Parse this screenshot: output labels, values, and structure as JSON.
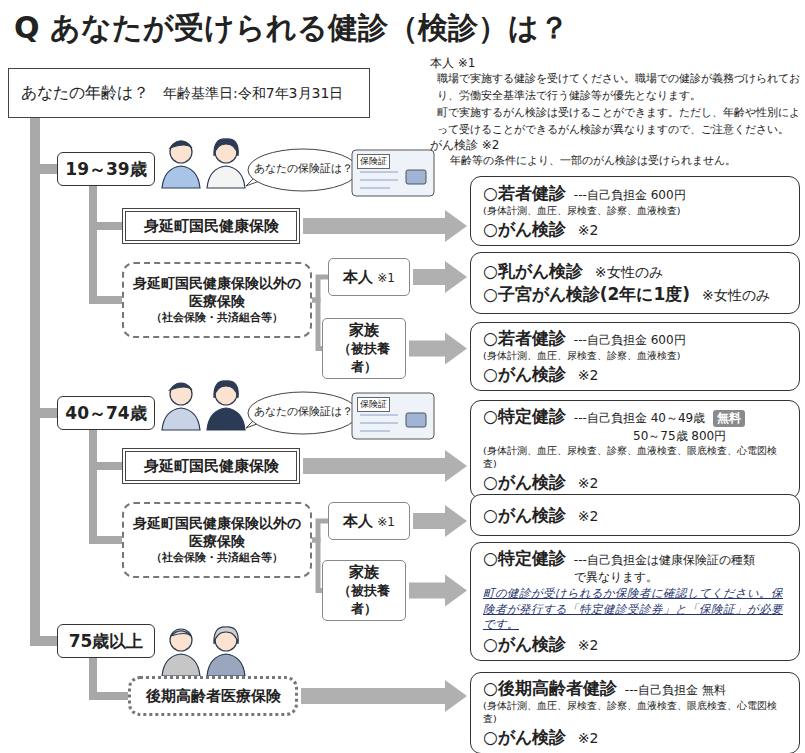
{
  "diagram": {
    "title": "Q あなたが受けられる健診（検診）は？",
    "nodes": [
      {
        "text": [
          "あなたの年齢は？",
          "年齢基準日:令和7年3月31日"
        ]
      },
      {
        "text": [
          "19～39歳"
        ]
      },
      {
        "text": [
          "身延町国民健康保険"
        ]
      },
      {
        "text": [
          "身延町国民健康保険以外の医療保険",
          "（社会保険・共済組合等）"
        ]
      },
      {
        "text": [
          "本人",
          "※1"
        ]
      },
      {
        "text": [
          "家族",
          "（被扶養者）"
        ]
      },
      {
        "text": [
          "○若者健診",
          "---自己負担金 600円",
          "(身体計測、血圧、尿検査、診察、血液検査)",
          "○がん検診",
          "※2"
        ]
      },
      {
        "text": [
          "○乳がん検診",
          "※女性のみ",
          "○子宮がん検診(2年に1度)",
          "※女性のみ"
        ]
      },
      {
        "text": [
          "○若者健診",
          "---自己負担金 600円",
          "(身体計測、血圧、尿検査、診察、血液検査)",
          "○がん検診",
          "※2"
        ]
      },
      {
        "text": [
          "40～74歳"
        ]
      },
      {
        "text": [
          "身延町国民健康保険"
        ]
      },
      {
        "text": [
          "身延町国民健康保険以外の医療保険",
          "（社会保険・共済組合等）"
        ]
      },
      {
        "text": [
          "本人",
          "※1"
        ]
      },
      {
        "text": [
          "家族",
          "（被扶養者）"
        ]
      },
      {
        "text": [
          "○特定健診",
          "---自己負担金 40～49歳",
          "無料",
          "50～75歳 800円",
          "(身体計測、血圧、尿検査、診察、血液検査、眼底検査、心電図検査)",
          "○がん検診",
          "※2"
        ]
      },
      {
        "text": [
          "○がん検診",
          "※2"
        ]
      },
      {
        "text": [
          "○特定健診",
          "---自己負担金は健康保険証の種類で異なります。",
          "町の健診が受けられるか保険者に確認してください。保険者が発行する「特定健診受診券」と「保険証」が必要です。",
          "○がん検診",
          "※2"
        ]
      },
      {
        "text": [
          "75歳以上"
        ]
      },
      {
        "text": [
          "後期高齢者医療保険"
        ]
      },
      {
        "text": [
          "○後期高齢者健診",
          "---自己負担金 無料",
          "(身体計測、血圧、尿検査、診察、血液検査、眼底検査、心電図検査)",
          "○がん検診",
          "※2"
        ]
      }
    ],
    "edges": [
      {
        "from": 0,
        "to": 1,
        "arrow": "none"
      },
      {
        "from": 0,
        "to": 9,
        "arrow": "none"
      },
      {
        "from": 0,
        "to": 17,
        "arrow": "none"
      },
      {
        "from": 1,
        "to": 2,
        "arrow": "none"
      },
      {
        "from": 1,
        "to": 3,
        "arrow": "none"
      },
      {
        "from": 3,
        "to": 4,
        "arrow": "none"
      },
      {
        "from": 3,
        "to": 5,
        "arrow": "none"
      },
      {
        "from": 2,
        "to": 6,
        "arrow": "to"
      },
      {
        "from": 4,
        "to": 7,
        "arrow": "to"
      },
      {
        "from": 5,
        "to": 8,
        "arrow": "to"
      },
      {
        "from": 9,
        "to": 10,
        "arrow": "none"
      },
      {
        "from": 9,
        "to": 11,
        "arrow": "none"
      },
      {
        "from": 11,
        "to": 12,
        "arrow": "none"
      },
      {
        "from": 11,
        "to": 13,
        "arrow": "none"
      },
      {
        "from": 10,
        "to": 14,
        "arrow": "to"
      },
      {
        "from": 12,
        "to": 15,
        "arrow": "to"
      },
      {
        "from": 13,
        "to": 16,
        "arrow": "to"
      },
      {
        "from": 17,
        "to": 18,
        "arrow": "none"
      },
      {
        "from": 18,
        "to": 19,
        "arrow": "to"
      }
    ],
    "labels": [
      "本人 ※1",
      "職場で実施する健診を受けてください。職場での健診が義務づけられており、労働安全基準法で行う健診等が優先となります。",
      "町で実施するがん検診は受けることができます。ただし、年齢や性別によって受けることができるがん検診が異なりますので、ご注意ください。",
      "がん検診 ※2",
      "年齢等の条件により、一部のがん検診は受けられません。",
      "あなたの保険証は？",
      "保険証",
      "あなたの保険証は？",
      "保険証"
    ]
  }
}
